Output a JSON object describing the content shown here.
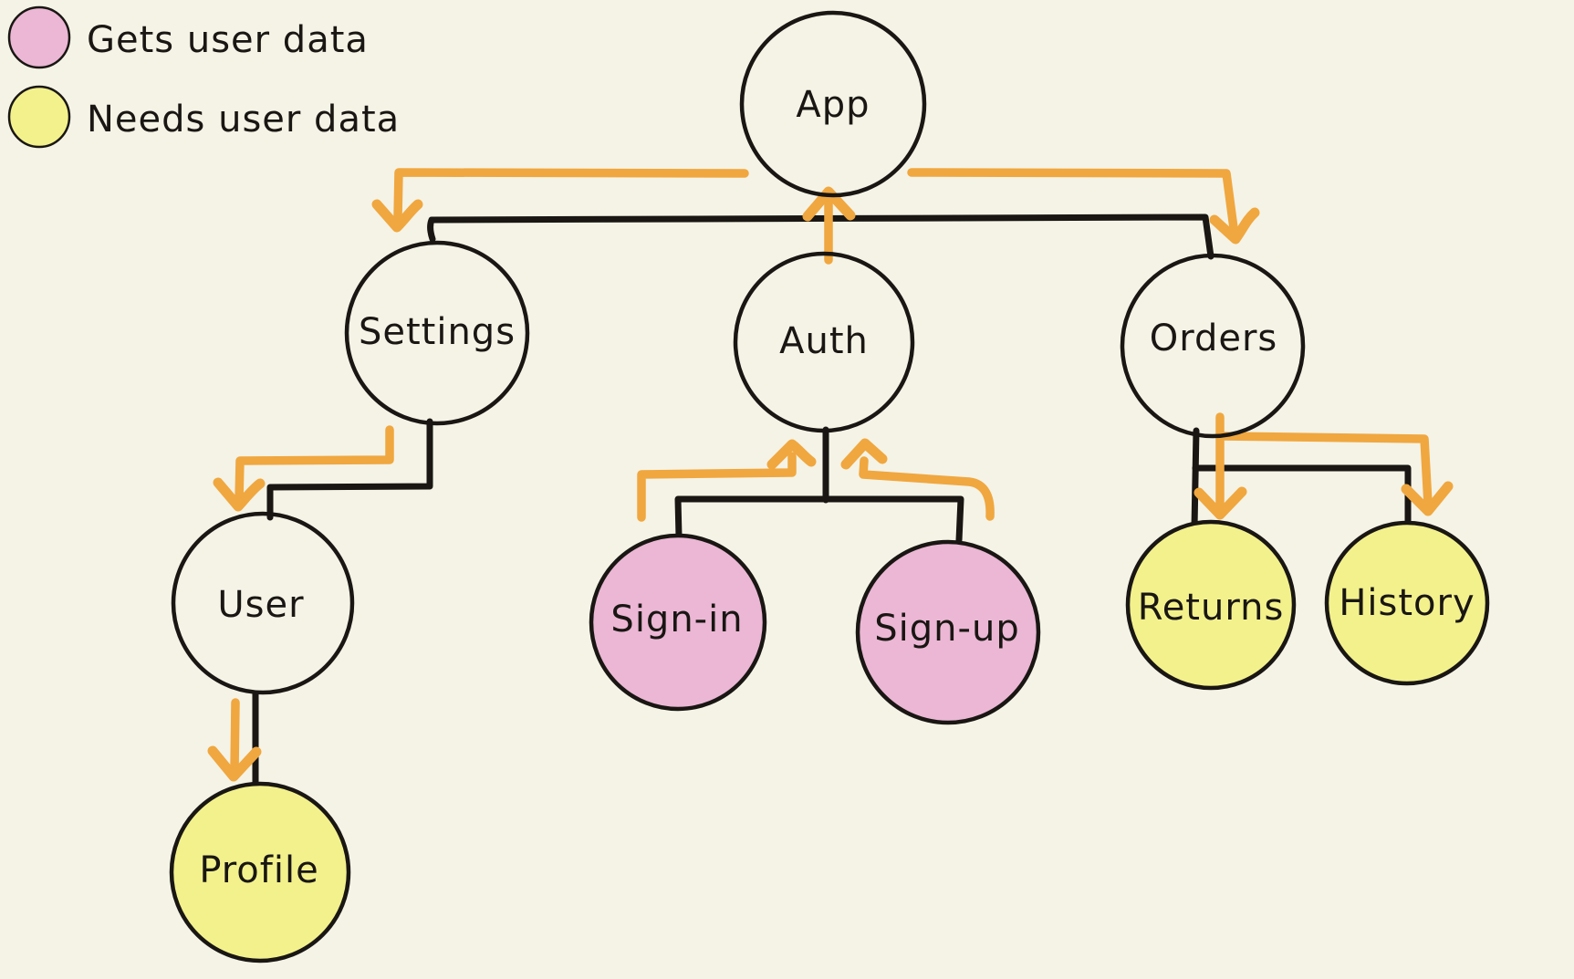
{
  "diagram_type": "hand-drawn component tree with user-data flow arrows",
  "colors": {
    "background": "#f4f3e6",
    "ink": "#191613",
    "orange": "#f0a73f",
    "pink": "#ebb7d4",
    "yellow": "#f3f18c"
  },
  "legend": {
    "items": [
      {
        "id": "gets",
        "label": "Gets user data",
        "swatch_color": "#ebb7d4"
      },
      {
        "id": "needs",
        "label": "Needs user data",
        "swatch_color": "#f3f18c"
      }
    ]
  },
  "nodes": {
    "app": {
      "label": "App",
      "category": "plain"
    },
    "settings": {
      "label": "Settings",
      "category": "plain"
    },
    "auth": {
      "label": "Auth",
      "category": "plain"
    },
    "orders": {
      "label": "Orders",
      "category": "plain"
    },
    "user": {
      "label": "User",
      "category": "plain"
    },
    "profile": {
      "label": "Profile",
      "category": "needs-user-data"
    },
    "signin": {
      "label": "Sign-in",
      "category": "gets-user-data"
    },
    "signup": {
      "label": "Sign-up",
      "category": "gets-user-data"
    },
    "returns": {
      "label": "Returns",
      "category": "needs-user-data"
    },
    "history": {
      "label": "History",
      "category": "needs-user-data"
    }
  },
  "edges": {
    "tree": [
      {
        "from": "App",
        "to": "Settings"
      },
      {
        "from": "App",
        "to": "Auth"
      },
      {
        "from": "App",
        "to": "Orders"
      },
      {
        "from": "Settings",
        "to": "User"
      },
      {
        "from": "User",
        "to": "Profile"
      },
      {
        "from": "Auth",
        "to": "Sign-in"
      },
      {
        "from": "Auth",
        "to": "Sign-up"
      },
      {
        "from": "Orders",
        "to": "Returns"
      },
      {
        "from": "Orders",
        "to": "History"
      }
    ],
    "data_flow": [
      {
        "from": "Sign-in",
        "to": "Auth",
        "direction": "up"
      },
      {
        "from": "Sign-up",
        "to": "Auth",
        "direction": "up"
      },
      {
        "from": "Auth",
        "to": "App",
        "direction": "up"
      },
      {
        "from": "App",
        "to": "Settings",
        "direction": "down"
      },
      {
        "from": "App",
        "to": "Orders",
        "direction": "down"
      },
      {
        "from": "Settings",
        "to": "User",
        "direction": "down"
      },
      {
        "from": "User",
        "to": "Profile",
        "direction": "down"
      },
      {
        "from": "Orders",
        "to": "Returns",
        "direction": "down"
      },
      {
        "from": "Orders",
        "to": "History",
        "direction": "down"
      }
    ]
  }
}
